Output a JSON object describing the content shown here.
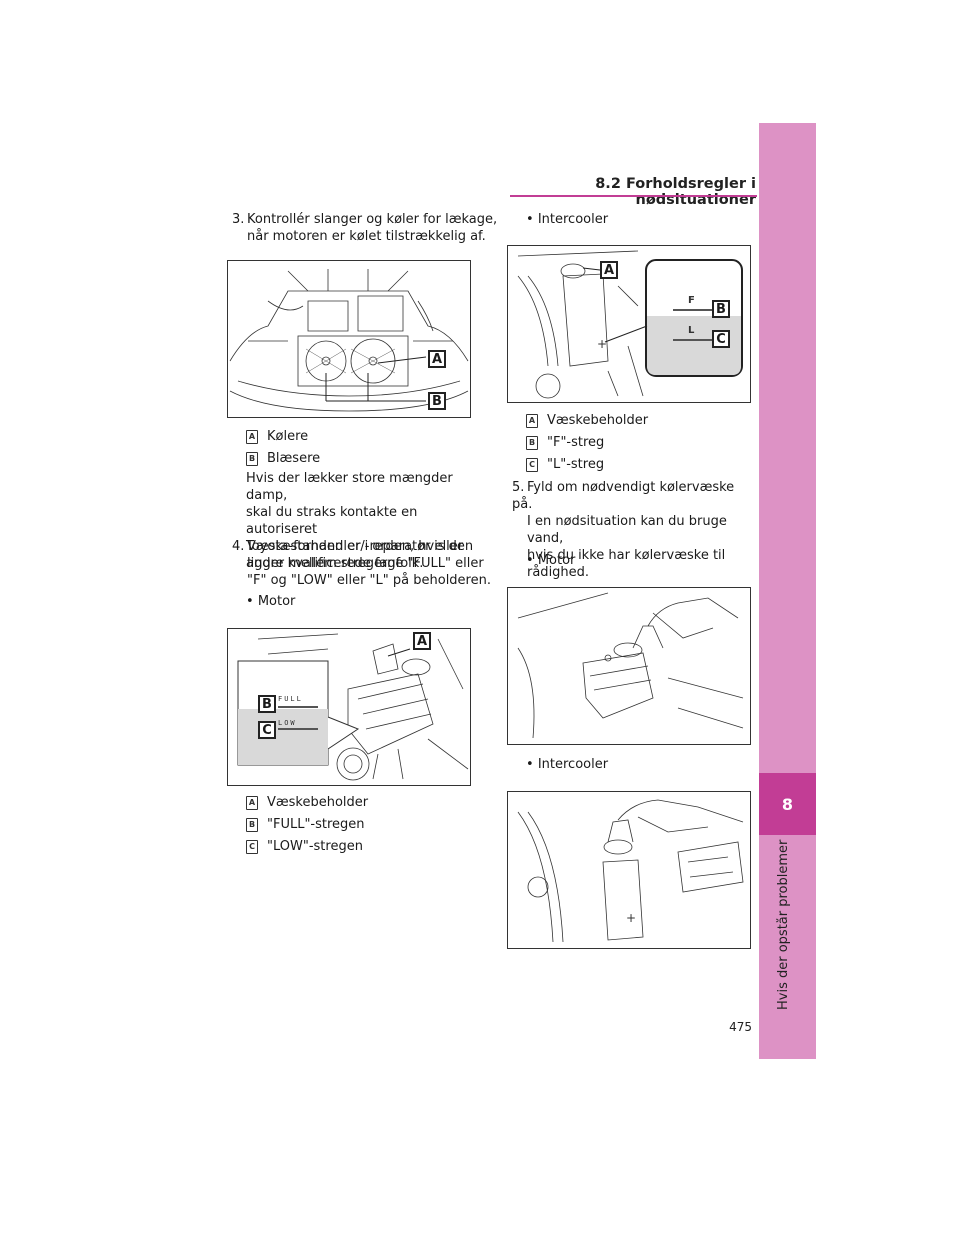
{
  "header": {
    "title": "8.2  Forholdsregler i nødsituationer"
  },
  "side_tab": {
    "number": "8",
    "label": "Hvis der opstår problemer"
  },
  "page_number": "475",
  "left": {
    "step3": {
      "number": "3.",
      "line1": "Kontrollér slanger og køler for lækage,",
      "line2": "når motoren er kølet tilstrækkelig af."
    },
    "fig1": {
      "callout_a": "A",
      "callout_b": "B"
    },
    "fig1_labels": [
      {
        "tag": "A",
        "text": "Kølere"
      },
      {
        "tag": "B",
        "text": "Blæsere"
      }
    ],
    "note_lines": [
      "Hvis der lækker store mængder damp,",
      "skal du straks kontakte en autoriseret",
      "Toyota-forhandler/-reparatør eller",
      "andre kvalificerede fagfolk."
    ],
    "step4": {
      "number": "4.",
      "line1": "Væskestanden er i orden, hvis den",
      "line2": "ligger mellem stregerne \"FULL\" eller",
      "line3": "\"F\" og \"LOW\" eller \"L\" på beholderen."
    },
    "bullet_motor": "Motor",
    "fig2": {
      "callout_a": "A",
      "callout_b": "B",
      "callout_c": "C",
      "full": "FULL",
      "low": "LOW"
    },
    "fig2_labels": [
      {
        "tag": "A",
        "text": "Væskebeholder"
      },
      {
        "tag": "B",
        "text": "\"FULL\"-stregen"
      },
      {
        "tag": "C",
        "text": "\"LOW\"-stregen"
      }
    ]
  },
  "right": {
    "bullet_intercooler": "Intercooler",
    "fig3": {
      "callout_a": "A",
      "callout_b": "B",
      "callout_c": "C",
      "f": "F",
      "l": "L"
    },
    "fig3_labels": [
      {
        "tag": "A",
        "text": "Væskebeholder"
      },
      {
        "tag": "B",
        "text": "\"F\"-streg"
      },
      {
        "tag": "C",
        "text": "\"L\"-streg"
      }
    ],
    "step5": {
      "number": "5.",
      "line1": "Fyld om nødvendigt kølervæske på.",
      "sub1": "I en nødsituation kan du bruge vand,",
      "sub2": "hvis du ikke har kølervæske til",
      "sub3": "rådighed."
    },
    "bullet_motor": "Motor",
    "bullet_intercooler2": "Intercooler"
  }
}
